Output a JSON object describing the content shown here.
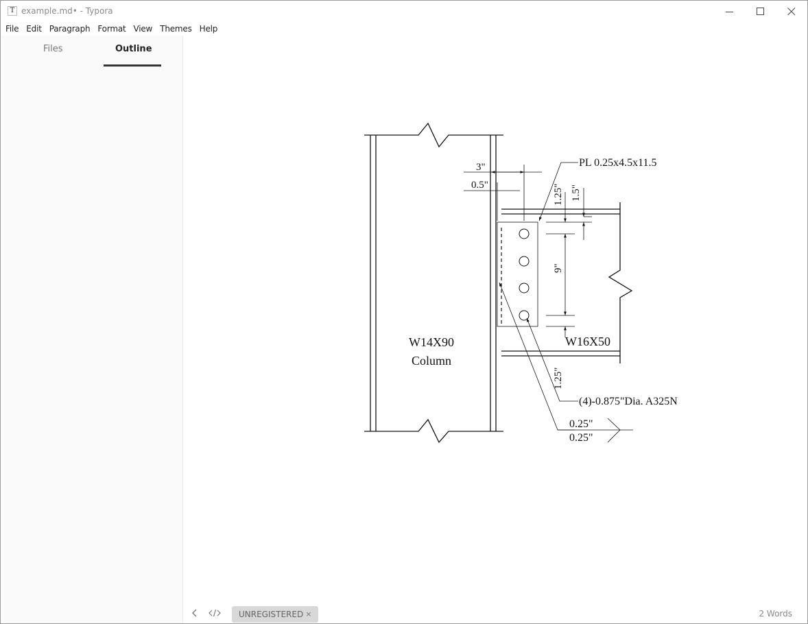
{
  "window": {
    "title": "example.md• - Typora",
    "app_icon_glyph": "T",
    "controls": [
      "minimize-icon",
      "maximize-icon",
      "close-icon"
    ]
  },
  "menu": [
    "File",
    "Edit",
    "Paragraph",
    "Format",
    "View",
    "Themes",
    "Help"
  ],
  "sidebar": {
    "tabs": [
      {
        "label": "Files",
        "active": false
      },
      {
        "label": "Outline",
        "active": true
      }
    ]
  },
  "drawing": {
    "plate_label": "PL 0.25x4.5x11.5",
    "dim_3": "3\"",
    "dim_05": "0.5\"",
    "dim_125_top": "1.25\"",
    "dim_15": "1.5\"",
    "dim_9": "9\"",
    "dim_125_bottom": "1.25\"",
    "column_label_1": "W14X90",
    "column_label_2": "Column",
    "beam_label": "W16X50",
    "bolt_label": "(4)-0.875\"Dia. A325N",
    "weld_top": "0.25\"",
    "weld_bottom": "0.25\""
  },
  "footer": {
    "back_icon": "chevron-left-icon",
    "source_icon": "code-icon",
    "badge_label": "UNREGISTERED",
    "badge_close": "×",
    "word_count": "2 Words"
  },
  "colors": {
    "sidebar_bg": "#fafafa",
    "badge_bg": "#d8d8d8",
    "text": "#333333"
  }
}
